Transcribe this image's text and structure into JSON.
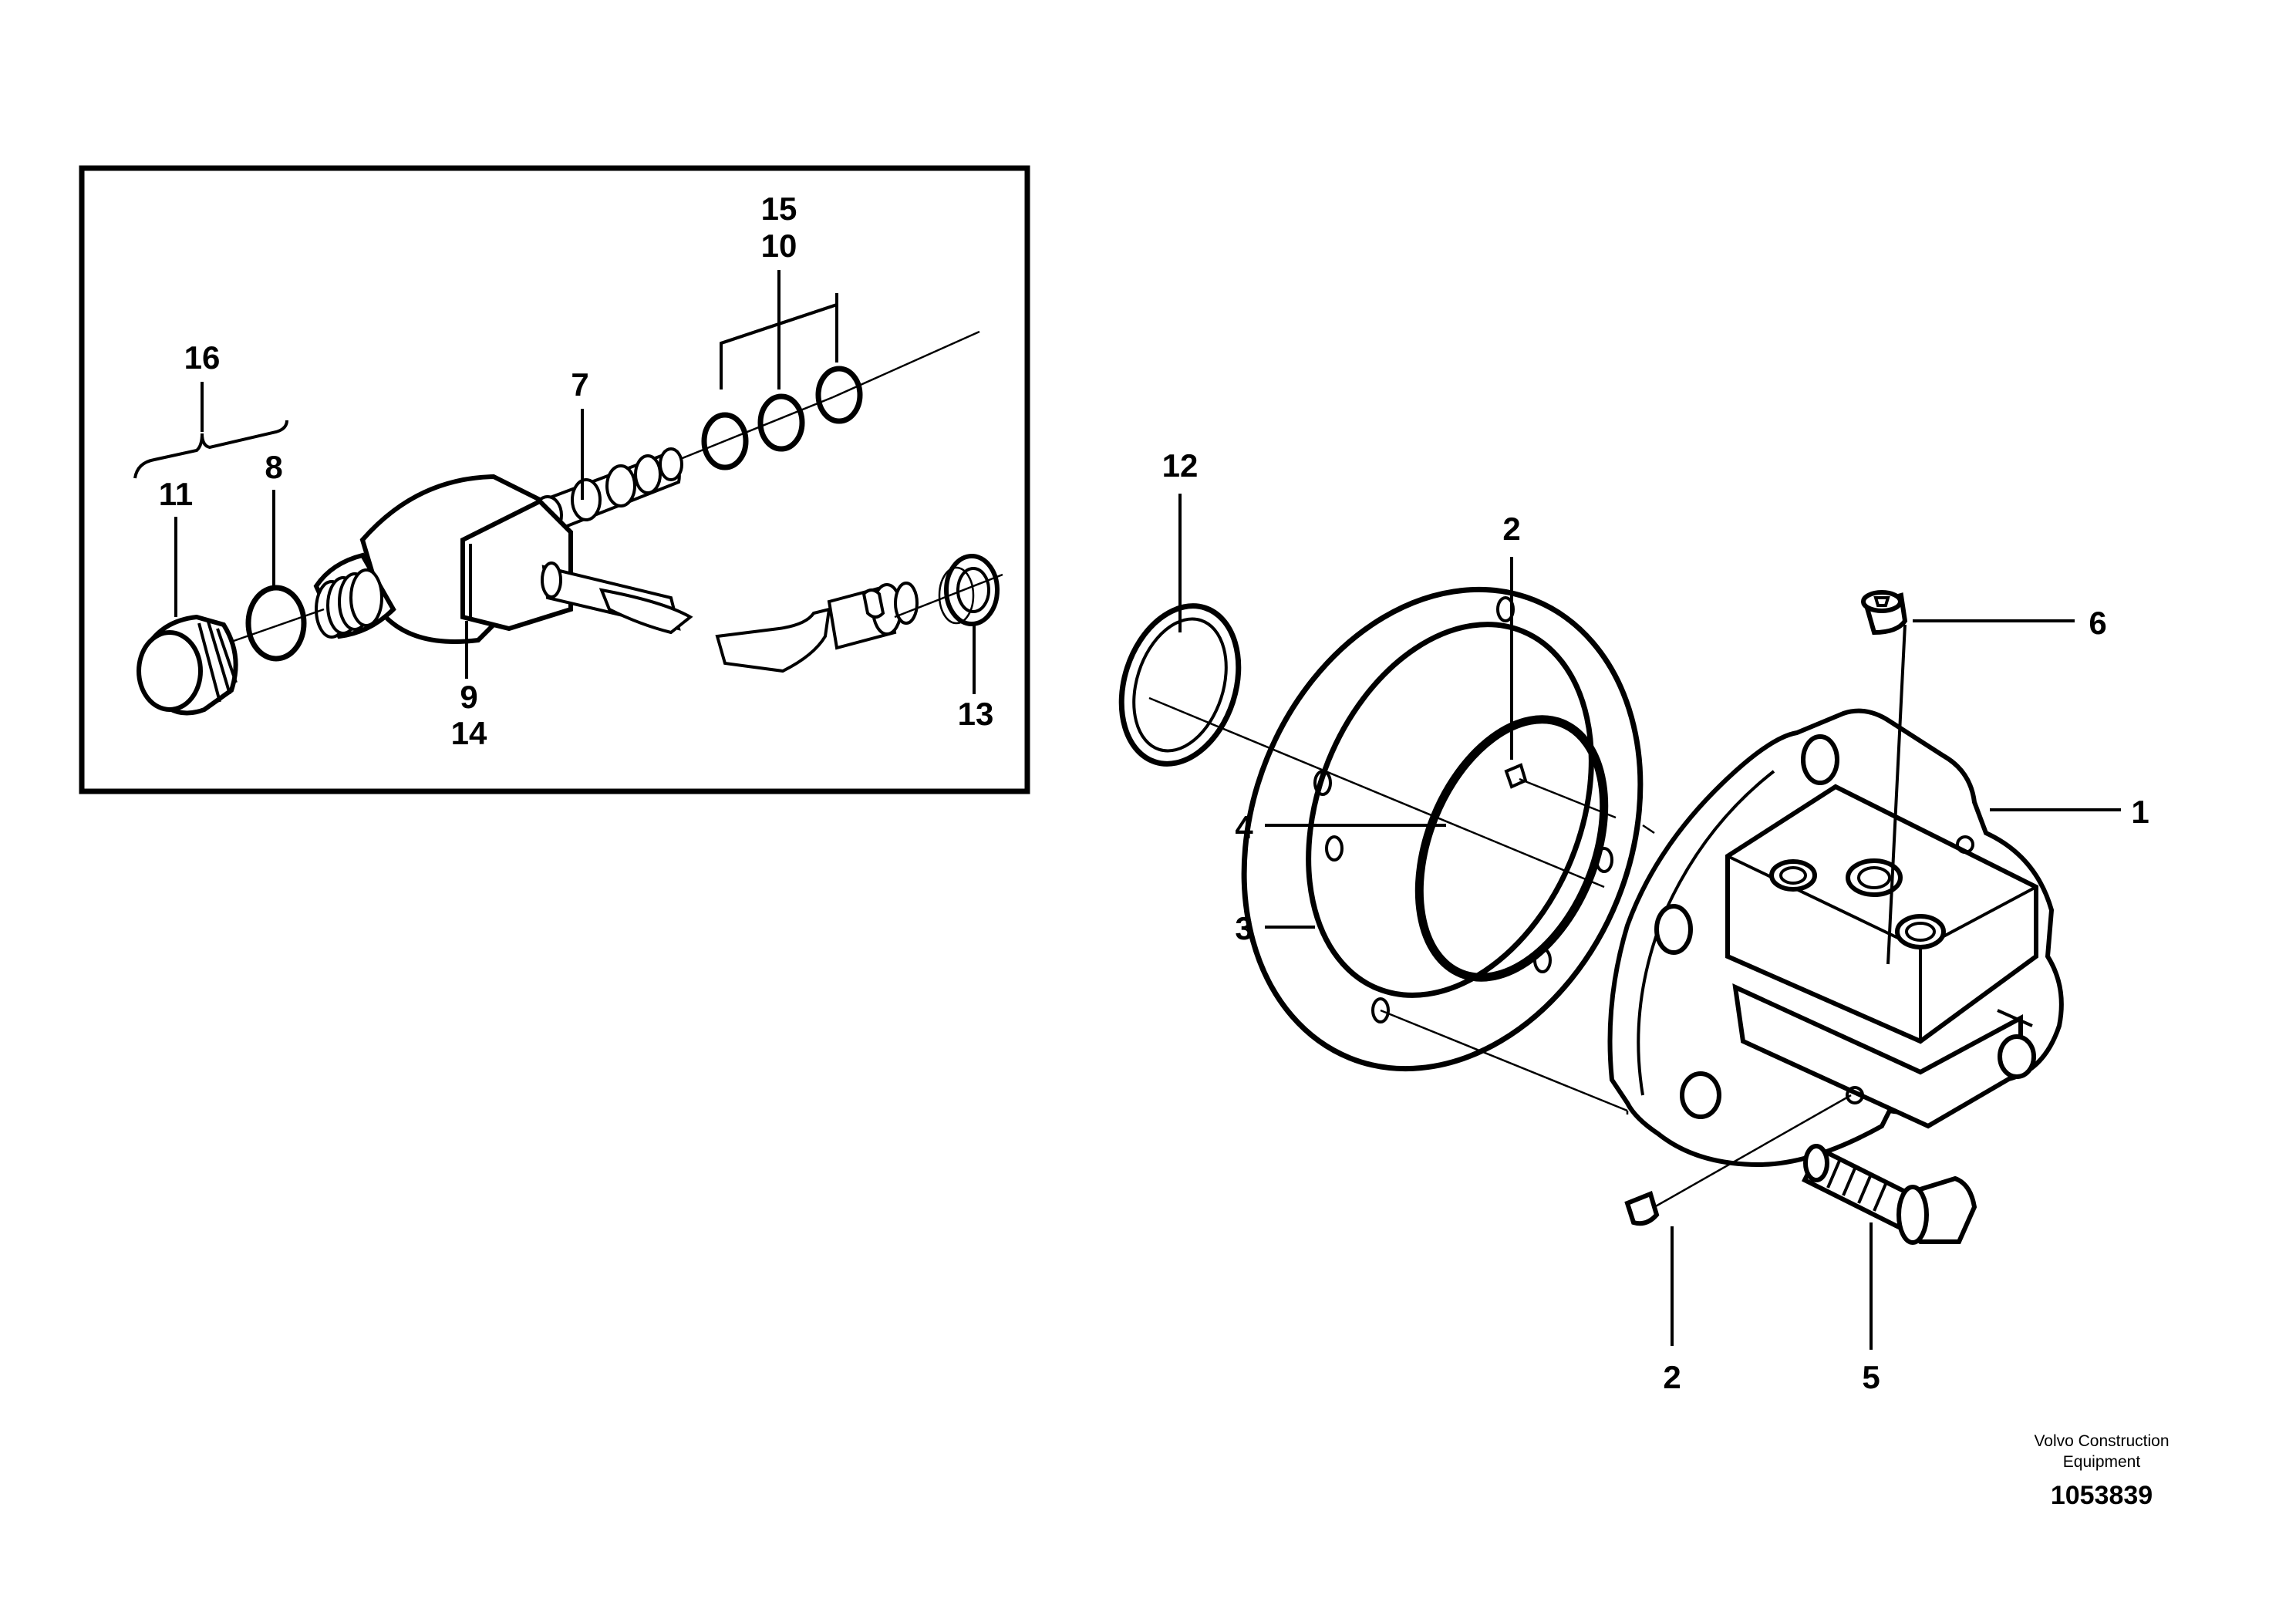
{
  "callouts": {
    "c1": "1",
    "c2a": "2",
    "c2b": "2",
    "c3": "3",
    "c4": "4",
    "c5": "5",
    "c6": "6",
    "c7": "7",
    "c8": "8",
    "c9": "9",
    "c10": "10",
    "c11": "11",
    "c12": "12",
    "c13": "13",
    "c14": "14",
    "c15": "15",
    "c16": "16"
  },
  "credit": {
    "line1": "Volvo Construction",
    "line2": "Equipment"
  },
  "drawing_number": "1053839",
  "colors": {
    "line": "#000000",
    "background": "#ffffff"
  }
}
